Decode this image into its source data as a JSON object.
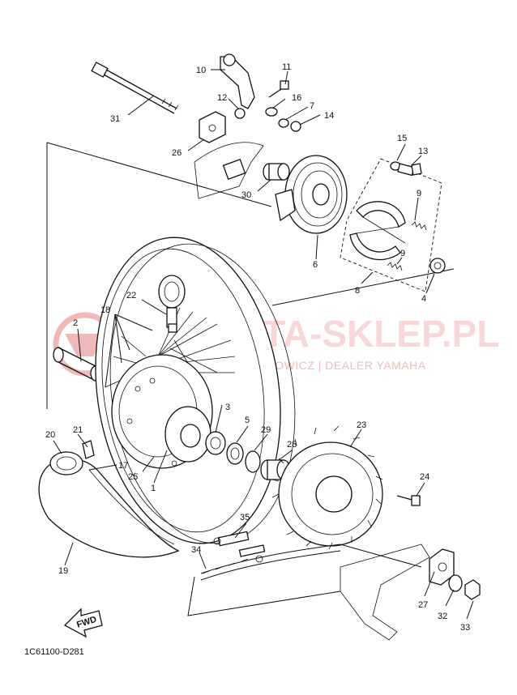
{
  "diagram": {
    "code": "1C61100-D281",
    "fwd_label": "FWD",
    "callouts": [
      "1",
      "2",
      "3",
      "4",
      "5",
      "6",
      "7",
      "8",
      "9",
      "9",
      "10",
      "11",
      "12",
      "13",
      "14",
      "15",
      "16",
      "17",
      "18",
      "19",
      "20",
      "21",
      "22",
      "23",
      "24",
      "25",
      "26",
      "27",
      "28",
      "29",
      "30",
      "31",
      "32",
      "33",
      "34",
      "35"
    ]
  },
  "watermark": {
    "brand": "MOTA-SKLEP.PL",
    "tagline": "MECHOWICZ | DEALER YAMAHA",
    "color": "#e06666"
  }
}
